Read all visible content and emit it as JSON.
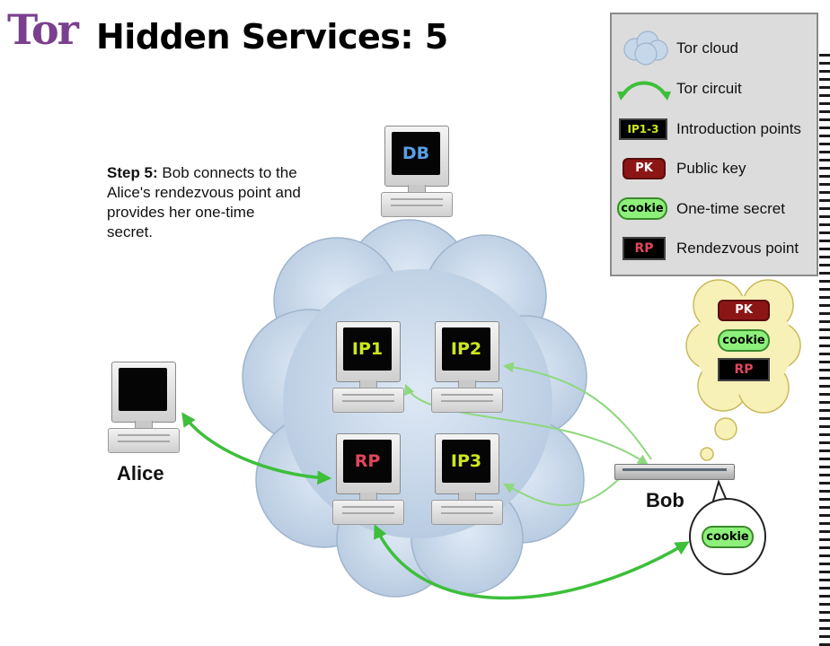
{
  "header": {
    "logo_text": "Tor",
    "title": "Hidden Services: 5"
  },
  "step": {
    "label": "Step 5:",
    "text": " Bob connects to the Alice's rendezvous point and provides her one-time secret."
  },
  "legend": {
    "items": [
      {
        "icon": "cloud-icon",
        "badge": "",
        "label": "Tor cloud"
      },
      {
        "icon": "double-arrow-icon",
        "badge": "",
        "label": "Tor circuit"
      },
      {
        "icon": "ip-badge-icon",
        "badge": "IP1-3",
        "label": "Introduction points"
      },
      {
        "icon": "pk-badge-icon",
        "badge": "PK",
        "label": "Public key"
      },
      {
        "icon": "cookie-badge-icon",
        "badge": "cookie",
        "label": "One-time secret"
      },
      {
        "icon": "rp-badge-icon",
        "badge": "RP",
        "label": "Rendezvous point"
      }
    ]
  },
  "computers": {
    "db": "DB",
    "ip1": "IP1",
    "ip2": "IP2",
    "rp": "RP",
    "ip3": "IP3"
  },
  "actors": {
    "alice": "Alice",
    "bob": "Bob"
  },
  "thought": {
    "pk": "PK",
    "cookie": "cookie",
    "rp": "RP"
  },
  "speech": {
    "cookie": "cookie"
  },
  "colors": {
    "cloud_fill": "#c6d7ea",
    "cloud_stroke": "#a9bcd2",
    "circuit_green": "#3dbf3a",
    "light_green": "#8ed87e",
    "ip_text": "#cde81b",
    "rp_text": "#e0465a",
    "db_text": "#5aa0e6",
    "thought_fill": "#f7f1b8",
    "purple": "#7a3f8f"
  }
}
